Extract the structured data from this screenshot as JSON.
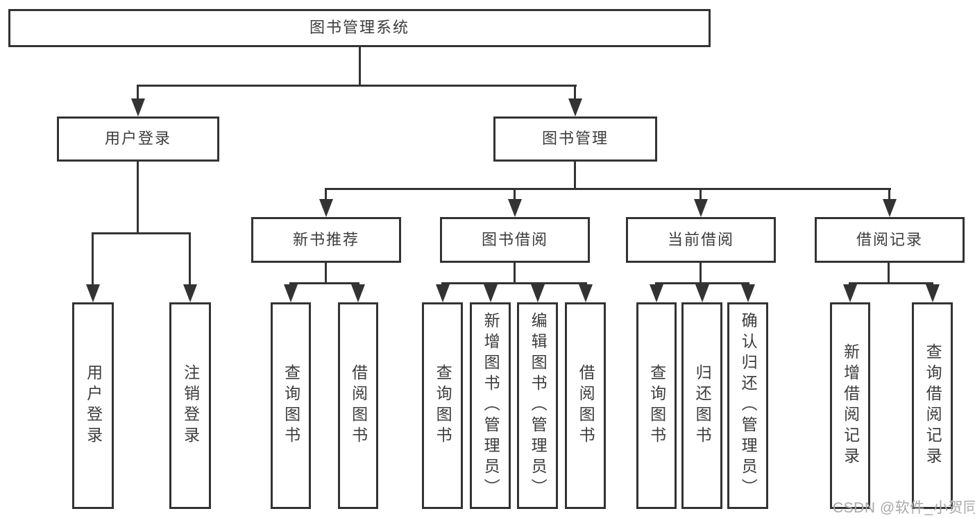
{
  "diagram": {
    "root": {
      "label": "图书管理系统"
    },
    "branches": [
      {
        "label": "用户登录",
        "children": [
          {
            "label": "用户登录"
          },
          {
            "label": "注销登录"
          }
        ]
      },
      {
        "label": "图书管理",
        "children": [
          {
            "label": "新书推荐",
            "children": [
              {
                "label": "查询图书"
              },
              {
                "label": "借阅图书"
              }
            ]
          },
          {
            "label": "图书借阅",
            "children": [
              {
                "label": "查询图书"
              },
              {
                "label": "新增图书（管理员）"
              },
              {
                "label": "编辑图书（管理员）"
              },
              {
                "label": "借阅图书"
              }
            ]
          },
          {
            "label": "当前借阅",
            "children": [
              {
                "label": "查询图书"
              },
              {
                "label": "归还图书"
              },
              {
                "label": "确认归还（管理员）"
              }
            ]
          },
          {
            "label": "借阅记录",
            "children": [
              {
                "label": "新增借阅记录"
              },
              {
                "label": "查询借阅记录"
              }
            ]
          }
        ]
      }
    ]
  },
  "watermark": {
    "text": "CSDN @软件_小贺同学"
  },
  "colors": {
    "line": "#333333",
    "text": "#3c3c3c",
    "watermark": "#a8a8a8",
    "background": "#ffffff"
  }
}
